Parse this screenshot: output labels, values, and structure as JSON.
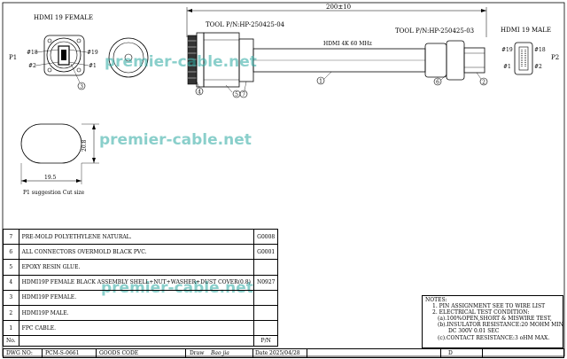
{
  "top": {
    "left_connector_title": "HDMI 19 FEMALE",
    "right_connector_title": "HDMI 19 MALE",
    "p1": "P1",
    "p2": "P2",
    "tool_left": "TOOL P/N:HP-250425-04",
    "tool_right": "TOOL P/N:HP-250425-03",
    "length_dim": "200±10",
    "cable_label": "HDMI 4K 60 MHz",
    "pin18_left": "#18",
    "pin2_left": "#2",
    "pin19_left": "#19",
    "pin1_left": "#1",
    "pin19_right": "#19",
    "pin18_right": "#18",
    "pin1_right": "#1",
    "pin2_right": "#2",
    "bal_3_left": "3",
    "bal_4": "4",
    "bal_5": "5",
    "bal_7": "7",
    "bal_1": "1",
    "bal_6": "6",
    "bal_2": "2"
  },
  "cutout": {
    "height_dim": "20.8",
    "width_dim": "19.5",
    "caption": "P1 suggestion Cut size"
  },
  "watermark": "premier-cable.net",
  "bom": {
    "rows": [
      {
        "no": "7",
        "desc": "PRE-MOLD POLYETHYLENE NATURAL.",
        "pn": "G0008"
      },
      {
        "no": "6",
        "desc": "ALL CONNECTORS OVERMOLD BLACK PVC.",
        "pn": "G0001"
      },
      {
        "no": "5",
        "desc": "EPOXY RESIN GLUE.",
        "pn": ""
      },
      {
        "no": "4",
        "desc": "HDMI19P FEMALE BLACK ASSEMBLY SHELL+NUT+WASHER+DUST COVER(0.8)",
        "pn": "N0927"
      },
      {
        "no": "3",
        "desc": "HDMI19P FEMALE.",
        "pn": ""
      },
      {
        "no": "2",
        "desc": "HDMI19P MALE.",
        "pn": ""
      },
      {
        "no": "1",
        "desc": "FPC CABLE.",
        "pn": ""
      }
    ],
    "header_no": "No.",
    "header_pn": "P/N"
  },
  "notes": {
    "title": "NOTES:",
    "lines": [
      "1. PIN ASSIGNMENT SEE TO WIRE LIST",
      "2. ELECTRICAL TEST CONDITION:",
      "(a).100%OPEN,SHORT & MISWIRE TEST,",
      "(b).INSULATOR RESISTANCE:20 MOHM MIN.",
      "DC 300V 0.01 SEC",
      "(c).CONTACT RESISTANCE:3 oHM MAX."
    ]
  },
  "title_block": {
    "dwg_no_label": "DWG NO:",
    "dwg_no": "PCM-S-0661",
    "goods_code_label": "GOODS CODE",
    "draw_label": "Draw",
    "draw_sign": "Bao jia",
    "date_label": "Date",
    "date": "2025/04/28",
    "d_label": "D"
  }
}
